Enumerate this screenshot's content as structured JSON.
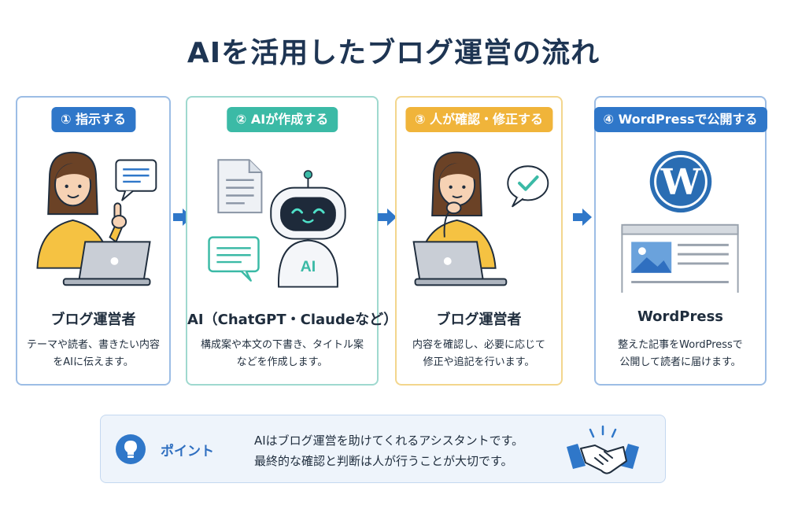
{
  "title": "AIを活用したブログ運営の流れ",
  "colors": {
    "blue": "#2f77c9",
    "teal": "#3bbaa6",
    "yellow": "#f0b43a",
    "navy": "#1e3553"
  },
  "steps": [
    {
      "badge": "① 指示する",
      "role": "ブログ運営者",
      "desc": [
        "テーマや読者、書きたい内容",
        "をAIに伝えます。"
      ],
      "icon": "person-laptop-pointing"
    },
    {
      "badge": "② AIが作成する",
      "role": "AI（ChatGPT・Claudeなど）",
      "desc": [
        "構成案や本文の下書き、タイトル案",
        "などを作成します。"
      ],
      "icon": "ai-robot",
      "robot_label": "AI"
    },
    {
      "badge": "③ 人が確認・修正する",
      "role": "ブログ運営者",
      "desc": [
        "内容を確認し、必要に応じて",
        "修正や追記を行います。"
      ],
      "icon": "person-laptop-thinking"
    },
    {
      "badge": "④ WordPressで公開する",
      "role": "WordPress",
      "desc": [
        "整えた記事をWordPressで",
        "公開して読者に届けます。"
      ],
      "icon": "wordpress-logo"
    }
  ],
  "point": {
    "label": "ポイント",
    "lines": [
      "AIはブログ運営を助けてくれるアシスタントです。",
      "最終的な確認と判断は人が行うことが大切です。"
    ],
    "icon": "lightbulb-icon",
    "side_icon": "handshake-icon"
  }
}
